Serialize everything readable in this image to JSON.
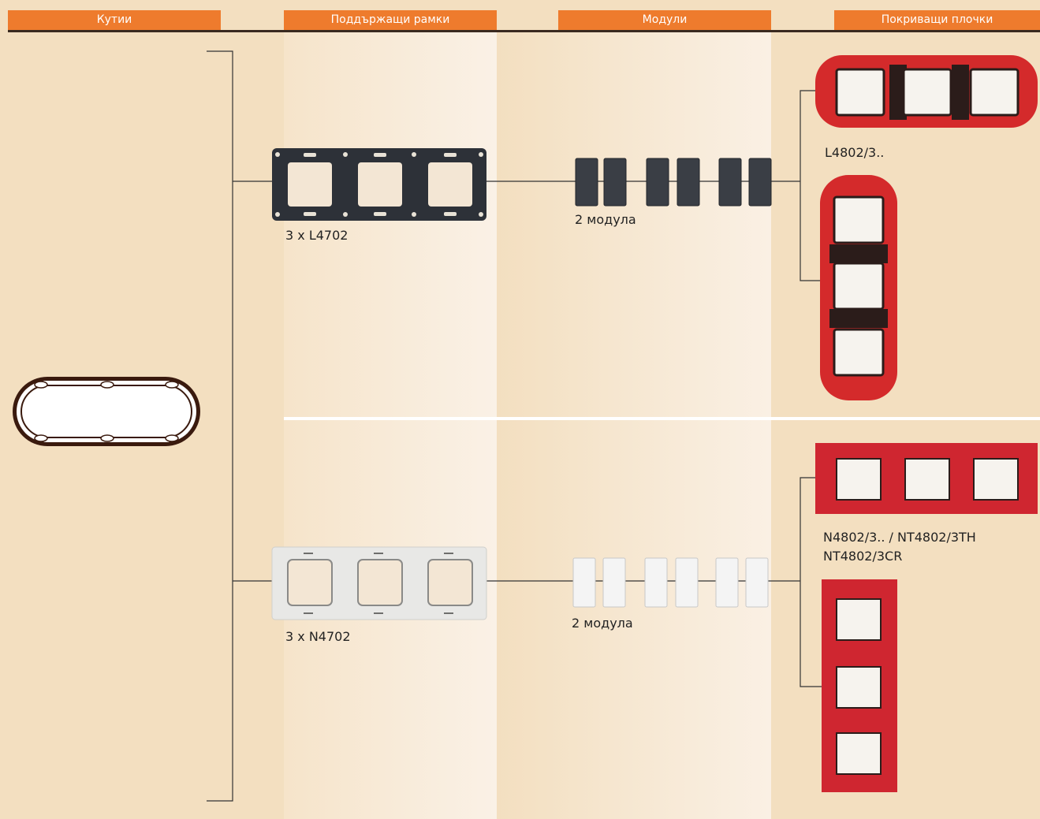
{
  "headers": {
    "boxes": "Кутии",
    "support_frames": "Поддържащи рамки",
    "modules": "Модули",
    "cover_plates": "Покриващи плочки"
  },
  "top_row": {
    "frame_label": "3 x L4702",
    "modules_label": "2 модула",
    "plate_label": "L4802/3..",
    "frame_color": "#2d3138",
    "module_color": "#3a3e45",
    "plate_color": "#d42a2b"
  },
  "bottom_row": {
    "frame_label": "3 x N4702",
    "modules_label": "2 модула",
    "plate_label_line1": "N4802/3.. / NT4802/3TH",
    "plate_label_line2": "NT4802/3CR",
    "frame_color": "#e8e8e6",
    "module_color": "#f4f4f4",
    "plate_color": "#cf2630"
  },
  "colors": {
    "header_orange": "#ee7b2d",
    "background_tan": "#f3dfc0",
    "background_light": "#f8ece0",
    "line": "#333333"
  }
}
